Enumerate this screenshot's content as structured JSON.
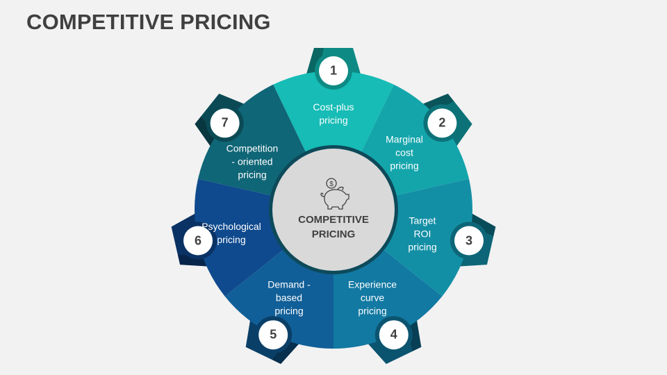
{
  "title": "COMPETITIVE PRICING",
  "center": {
    "label": "COMPETITIVE\nPRICING",
    "icon": "piggy-bank-dollar-icon"
  },
  "segments": [
    {
      "number": "1",
      "label": "Cost-plus\npricing",
      "color": "#16bcb5",
      "tab": "#0e8a84"
    },
    {
      "number": "2",
      "label": "Marginal\ncost\npricing",
      "color": "#14a5ab",
      "tab": "#0c7278"
    },
    {
      "number": "3",
      "label": "Target\nROI\npricing",
      "color": "#138fa5",
      "tab": "#0d6677"
    },
    {
      "number": "4",
      "label": "Experience\ncurve\npricing",
      "color": "#1279a2",
      "tab": "#0b5470"
    },
    {
      "number": "5",
      "label": "Demand -\nbased\npricing",
      "color": "#115f98",
      "tab": "#0a3f68"
    },
    {
      "number": "6",
      "label": "Psychological\npricing",
      "color": "#0f4a8e",
      "tab": "#0a3264"
    },
    {
      "number": "7",
      "label": "Competition\n- oriented\npricing",
      "color": "#0f6677",
      "tab": "#0b4a55"
    }
  ]
}
